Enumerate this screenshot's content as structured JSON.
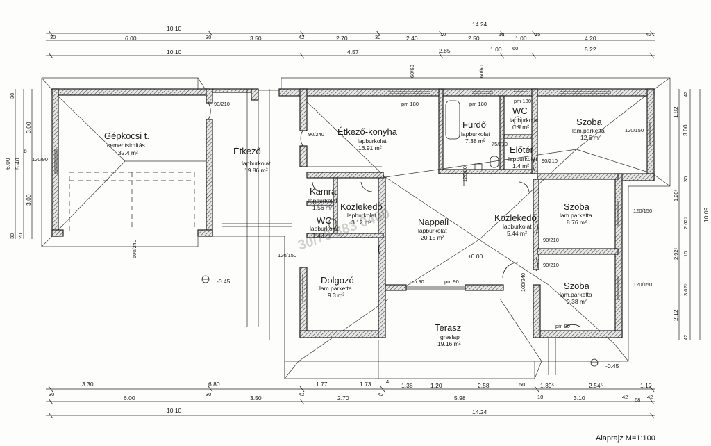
{
  "title": "Alaprajz M=1:100",
  "rooms": [
    {
      "id": "garage",
      "name": "Gépkocsi t.",
      "floor": "cementsimítás",
      "area": "32.4 m²"
    },
    {
      "id": "etkezo",
      "name": "Étkező",
      "floor": "lapburkolat",
      "area": "19.86 m²"
    },
    {
      "id": "etkezo_konyha",
      "name": "Étkező-konyha",
      "floor": "lapburkolat",
      "area": "16.91 m²"
    },
    {
      "id": "furdo",
      "name": "Fürdő",
      "floor": "lapburkolat",
      "area": "7.38 m²"
    },
    {
      "id": "wc1",
      "name": "WC",
      "floor": "lapburkolat",
      "area": "0.9 m²"
    },
    {
      "id": "eloter",
      "name": "Előtér",
      "floor": "lapburkolat",
      "area": "1.4 m²"
    },
    {
      "id": "szoba1",
      "name": "Szoba",
      "floor": "lam.parketta",
      "area": "12.6 m²"
    },
    {
      "id": "kamra",
      "name": "Kamra",
      "floor": "lapburkolat",
      "area": "1.56 m²"
    },
    {
      "id": "kozlekedo1",
      "name": "Közlekedő",
      "floor": "lapburkolat",
      "area": "3.12 m²"
    },
    {
      "id": "wc2",
      "name": "WC",
      "floor": "lapburkolat",
      "area": "1.43 m²"
    },
    {
      "id": "nappali",
      "name": "Nappali",
      "floor": "lapburkolat",
      "area": "20.15 m²"
    },
    {
      "id": "kozlekedo2",
      "name": "Közlekedő",
      "floor": "lapburkolat",
      "area": "5.44 m²"
    },
    {
      "id": "szoba2",
      "name": "Szoba",
      "floor": "lam.parketta",
      "area": "8.76 m²"
    },
    {
      "id": "szoba3",
      "name": "Szoba",
      "floor": "lam.parketta",
      "area": "9.38 m²"
    },
    {
      "id": "dolgozo",
      "name": "Dolgozó",
      "floor": "lam.parketta",
      "area": "9.3 m²"
    },
    {
      "id": "terasz",
      "name": "Terasz",
      "floor": "greslap",
      "area": "19.16 m²"
    }
  ],
  "watermark": "30/70 883 0400",
  "dims_top_row1": [
    "10.10",
    "14.24"
  ],
  "dims_top_row2": [
    "30",
    "6.00",
    "30",
    "3.50",
    "42",
    "2.70",
    "30",
    "2.40",
    "10",
    "2.50",
    "10",
    "1.00",
    "15",
    "4.20",
    "42"
  ],
  "dims_top_row3": [
    "10.10",
    "4.57",
    "2.85",
    "1.00",
    "60",
    "5.22"
  ],
  "dims_bottom_row1": [
    "3.30",
    "6.80",
    "1.77",
    "1.73",
    "4",
    "1.38",
    "1.20",
    "2.58",
    "50",
    "1.39⁵",
    "2.54⁵",
    "1.10"
  ],
  "dims_bottom_row2": [
    "30",
    "6.00",
    "30",
    "3.50",
    "42",
    "2.70",
    "42",
    "5.98",
    "10",
    "3.10",
    "42",
    "68",
    "42"
  ],
  "dims_bottom_row3": [
    "10.10",
    "14.24"
  ],
  "dims_left": [
    "30",
    "3.00",
    "6.00",
    "5.40",
    "b",
    "3.00",
    "30",
    "20"
  ],
  "dims_right": [
    "42",
    "1.92",
    "3.00",
    "10.09",
    "30",
    "1.20⁵",
    "2.62⁵",
    "2.92⁵",
    "10",
    "3.02⁵",
    "2.12",
    "42"
  ],
  "elevation_marks": [
    "-0.45",
    "-0.45",
    "±0.00"
  ],
  "openings": [
    "pm 180",
    "pm 180",
    "pm 180",
    "pm 90",
    "pm 90",
    "pm 90",
    "90/210",
    "90/240",
    "120/150",
    "75/210",
    "100/240",
    "500/240",
    "120/90",
    "120/80",
    "60/60",
    "60/60"
  ],
  "colors": {
    "line": "#222222",
    "paper": "#fdfdfc",
    "watermark": "#787878"
  }
}
